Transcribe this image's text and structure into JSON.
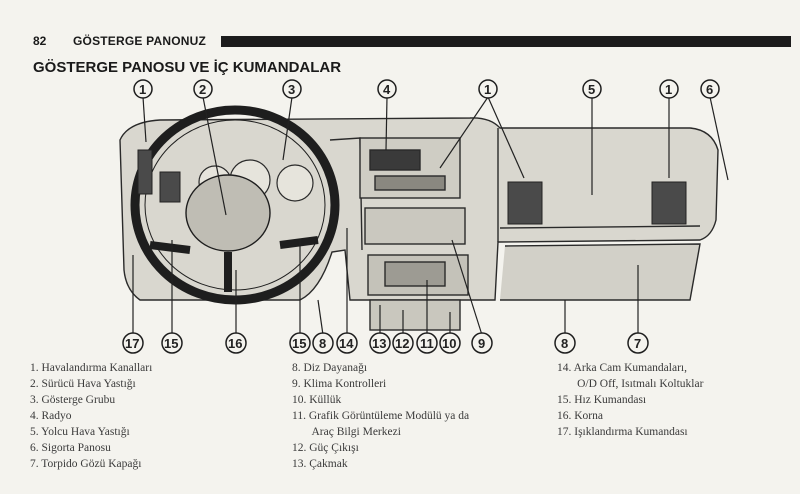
{
  "header": {
    "page_number": "82",
    "chapter": "GÖSTERGE PANONUZ"
  },
  "section_title": "GÖSTERGE PANOSU VE İÇ KUMANDALAR",
  "callouts_top": [
    "1",
    "2",
    "3",
    "4",
    "1",
    "5",
    "1",
    "6"
  ],
  "callouts_bottom": [
    "17",
    "15",
    "16",
    "15",
    "8",
    "14",
    "13",
    "12",
    "11",
    "10",
    "9",
    "8",
    "7"
  ],
  "legend": {
    "col1": [
      "1.  Havalandırma Kanalları",
      "2.  Sürücü Hava Yastığı",
      "3.  Gösterge Grubu",
      "4.  Radyo",
      "5.  Yolcu Hava Yastığı",
      "6.  Sigorta Panosu",
      "7.  Torpido Gözü Kapağı"
    ],
    "col2": [
      "8.  Diz Dayanağı",
      "9.  Klima Kontrolleri",
      "10. Küllük",
      "11. Grafik Görüntüleme Modülü ya da",
      "       Araç Bilgi Merkezi",
      "12. Güç Çıkışı",
      "13. Çakmak"
    ],
    "col3": [
      "14. Arka Cam Kumandaları,",
      "       O/D Off, Isıtmalı Koltuklar",
      "15. Hız Kumandası",
      "16. Korna",
      "17. Işıklandırma Kumandası"
    ]
  }
}
